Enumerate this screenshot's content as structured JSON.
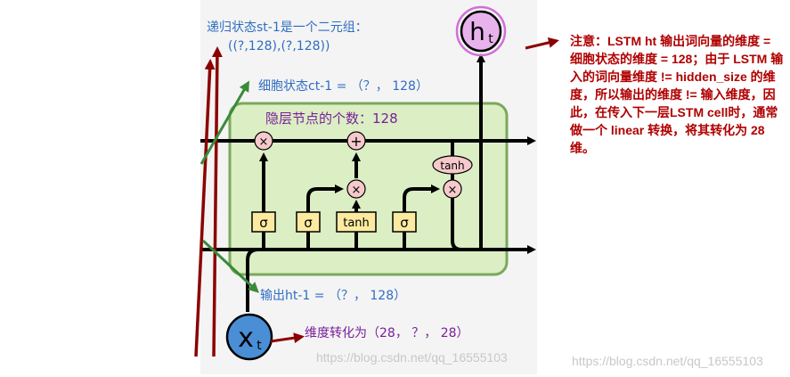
{
  "annotations": {
    "recurrent_state": "递归状态st-1是一个二元组：",
    "recurrent_state_shape": "((?,128),(?,128))",
    "cell_state": "细胞状态ct-1 = （？， 128）",
    "hidden_nodes": "隐层节点的个数：128",
    "output_h": "输出ht-1 = （？， 128）",
    "input_dim": "维度转化为（28， ？， 28）",
    "note": "注意：LSTM ht 输出词向量的维度 = 细胞状态的维度 = 128；由于 LSTM 输入的词向量维度 != hidden_size 的维度，所以输出的维度 != 输入维度，因此，在传入下一层LSTM cell时，通常做一个 linear 转换，将其转化为 28 维。"
  },
  "cell": {
    "gate_sigma_1": "σ",
    "gate_sigma_2": "σ",
    "gate_tanh": "tanh",
    "gate_sigma_3": "σ",
    "op_mult_1": "×",
    "op_add": "+",
    "op_mult_2": "×",
    "op_mult_3": "×",
    "tanh_out": "tanh",
    "h_main": "h",
    "h_sub": "t",
    "x_main": "x",
    "x_sub": "t"
  },
  "watermarks": {
    "wm1": "https://blog.csdn.net/qq_16555103",
    "wm2": "https://blog.csdn.net/qq_16555103"
  },
  "colors": {
    "cell_fill": "#dbeec4",
    "cell_border": "#7aa95c",
    "gate_fill": "#fbeaa0",
    "op_fill": "#f6c9cc",
    "h_fill": "#e8b3ec",
    "x_fill": "#4a8ed6",
    "dark_red": "#8b0000",
    "green_arrow": "#3a8a3a",
    "blue_text": "#2f6ec2",
    "purple_text": "#7a1f9a",
    "note_red": "#b00000"
  }
}
